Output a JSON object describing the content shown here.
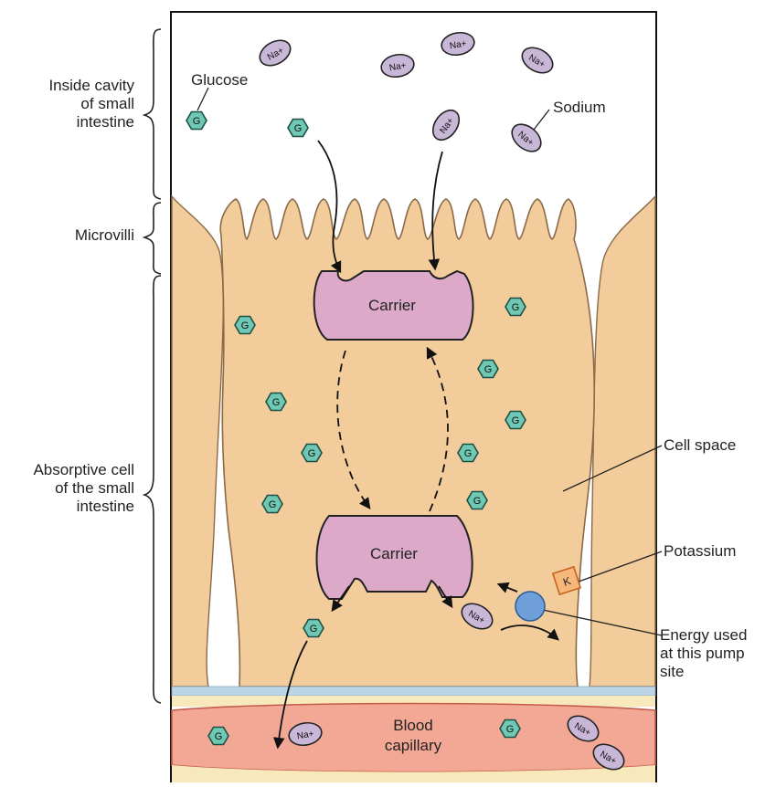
{
  "labels": {
    "inside_cavity": [
      "Inside cavity",
      "of small",
      "intestine"
    ],
    "microvilli": "Microvilli",
    "absorptive_cell": [
      "Absorptive cell",
      "of the small",
      "intestine"
    ],
    "glucose": "Glucose",
    "sodium": "Sodium",
    "cell_space": "Cell space",
    "potassium": "Potassium",
    "energy": [
      "Energy used",
      "at this pump",
      "site"
    ],
    "carrier_top": "Carrier",
    "carrier_bottom": "Carrier",
    "blood_capillary": [
      "Blood",
      "capillary"
    ]
  },
  "symbols": {
    "glucose": "G",
    "sodium": "Na+",
    "potassium": "K"
  },
  "colors": {
    "cell": "#f2cc9a",
    "cell_dark": "#e7b57f",
    "carrier": "#dcaac8",
    "glucose_fill": "#6ec8b4",
    "sodium_fill": "#c9b7d8",
    "potassium_fill": "#f7b77a",
    "pump": "#6f9fd8",
    "capillary": "#f2a895",
    "membrane": "#bcd6e8"
  }
}
